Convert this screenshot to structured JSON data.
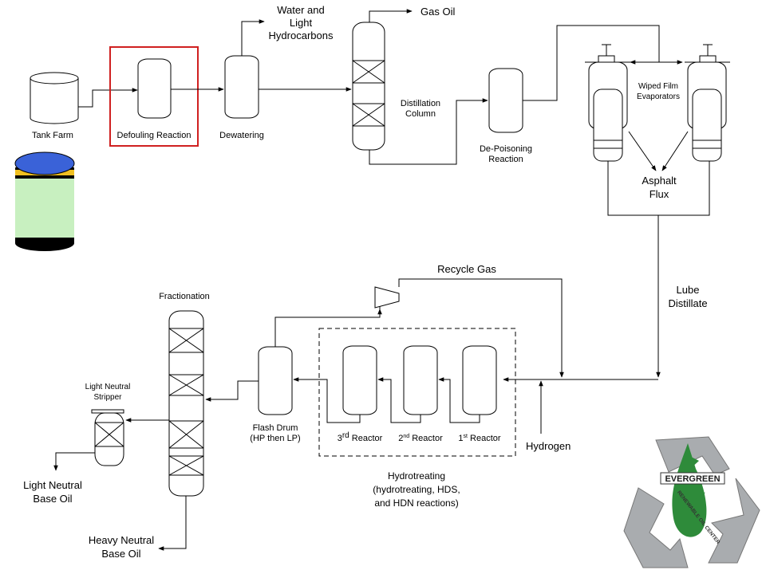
{
  "labels": {
    "tank_farm": "Tank Farm",
    "defouling": "Defouling Reaction",
    "dewatering": "Dewatering",
    "water_hc_1": "Water and",
    "water_hc_2": "Light",
    "water_hc_3": "Hydrocarbons",
    "gas_oil": "Gas Oil",
    "distill_1": "Distillation",
    "distill_2": "Column",
    "depoison_1": "De-Poisoning",
    "depoison_2": "Reaction",
    "wfe_1": "Wiped Film",
    "wfe_2": "Evaporators",
    "asphalt_1": "Asphalt",
    "asphalt_2": "Flux",
    "lube_1": "Lube",
    "lube_2": "Distillate",
    "recycle_gas": "Recycle Gas",
    "fractionation": "Fractionation",
    "ln_stripper_1": "Light Neutral",
    "ln_stripper_2": "Stripper",
    "flash_1": "Flash Drum",
    "flash_2": "(HP then LP)",
    "reactor3_num": "3",
    "reactor3_sup": "rd",
    "reactor2_num": "2",
    "reactor2_sup": "nd",
    "reactor1_num": "1",
    "reactor1_sup": "st",
    "reactor_word": " Reactor",
    "hydrogen": "Hydrogen",
    "hydrotreat_1": "Hydrotreating",
    "hydrotreat_2": "(hydrotreating, HDS,",
    "hydrotreat_3": "and HDN reactions)",
    "ln_base_1": "Light Neutral",
    "ln_base_2": "Base Oil",
    "hn_base_1": "Heavy Neutral",
    "hn_base_2": "Base Oil",
    "logo_brand": "EVERGREEN",
    "logo_sub": "RENEWABLE OIL CENTER"
  },
  "colors": {
    "highlight_box": "#d02020",
    "drum_top": "#3a62d8",
    "drum_band": "#f0c020",
    "drum_body": "#c8f0c0",
    "drum_bottom": "#000000",
    "logo_gray": "#a9acaf",
    "logo_green": "#2e8b3a"
  }
}
